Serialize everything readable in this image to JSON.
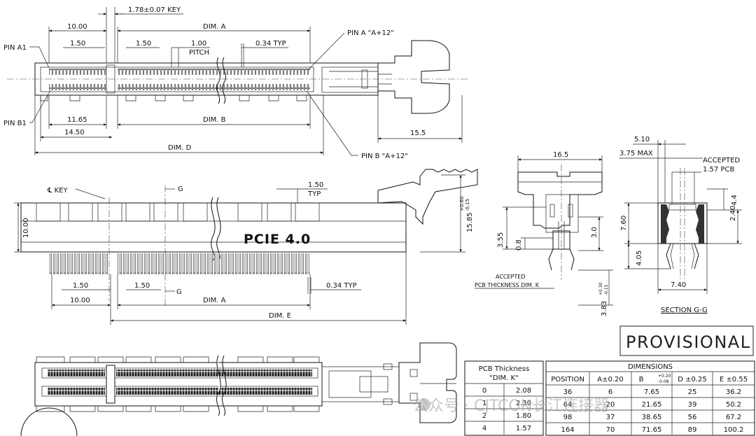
{
  "top_view": {
    "key_dim": "1.78±0.07 KEY",
    "dim_10": "10.00",
    "dim_a": "DIM. A",
    "pin_a_next": "PIN A \"A+12\"",
    "pin_a1": "PIN A1",
    "dim_150a": "1.50",
    "dim_150b": "1.50",
    "dim_100": "1.00",
    "pitch": "PITCH",
    "dim_034": "0.34 TYP",
    "pin_b1": "PIN B1",
    "dim_1165": "11.65",
    "dim_b": "DIM. B",
    "dim_1450": "14.50",
    "dim_155": "15.5",
    "dim_d": "DIM. D",
    "pin_b_next": "PIN B \"A+12\""
  },
  "front_view": {
    "key_label": "℄ KEY",
    "g_top": "G",
    "dim_150_typ": "1.50",
    "typ": "TYP",
    "dim_10": "10.00",
    "product": "PCIE 4.0",
    "dim_height": "15.85",
    "tol_plus": "+0.60",
    "tol_minus": "-0.15",
    "dim_150a": "1.50",
    "dim_150b": "1.50",
    "g_bottom": "G",
    "dim_034": "0.34 TYP",
    "dim_1000": "10.00",
    "dim_a": "DIM. A",
    "dim_e": "DIM. E"
  },
  "side_view": {
    "dim_165": "16.5",
    "dim_355": "3.55",
    "dim_08": "0.8",
    "dim_30": "3.0",
    "accepted": "ACCEPTED",
    "pcb_thk": "PCB THICKNESS DIM. K",
    "dim_383": "3.83",
    "tol_plus": "+0.30",
    "tol_minus": "-0.15"
  },
  "section_view": {
    "dim_510": "5.10",
    "max": "3.75 MAX",
    "accepted": "ACCEPTED",
    "pcb": "1.57 PCB",
    "dim_44": "4.4",
    "dim_760": "7.60",
    "dim_240": "2.40",
    "dim_405": "4.05",
    "dim_740": "7.40",
    "title": "SECTION G-G"
  },
  "status": "PROVISIONAL",
  "pcb_table": {
    "title_line1": "PCB Thickness",
    "title_line2": "\"DIM. K\"",
    "rows": [
      [
        "0",
        "2.08"
      ],
      [
        "1",
        "2.30"
      ],
      [
        "2",
        "1.80"
      ],
      [
        "4",
        "1.57"
      ]
    ]
  },
  "dims_table": {
    "title": "DIMENSIONS",
    "headers": [
      "POSITION",
      "A±0.20",
      "B",
      "D ±0.25",
      "E ±0.55"
    ],
    "b_tol_plus": "+0.20",
    "b_tol_minus": "-0.08",
    "rows": [
      [
        "36",
        "6",
        "7.65",
        "25",
        "36.2"
      ],
      [
        "64",
        "20",
        "21.65",
        "39",
        "50.2"
      ],
      [
        "98",
        "37",
        "38.65",
        "56",
        "67.2"
      ],
      [
        "164",
        "70",
        "71.65",
        "89",
        "100.2"
      ]
    ]
  },
  "watermark": "公众号 · CJTCON长江连接器"
}
